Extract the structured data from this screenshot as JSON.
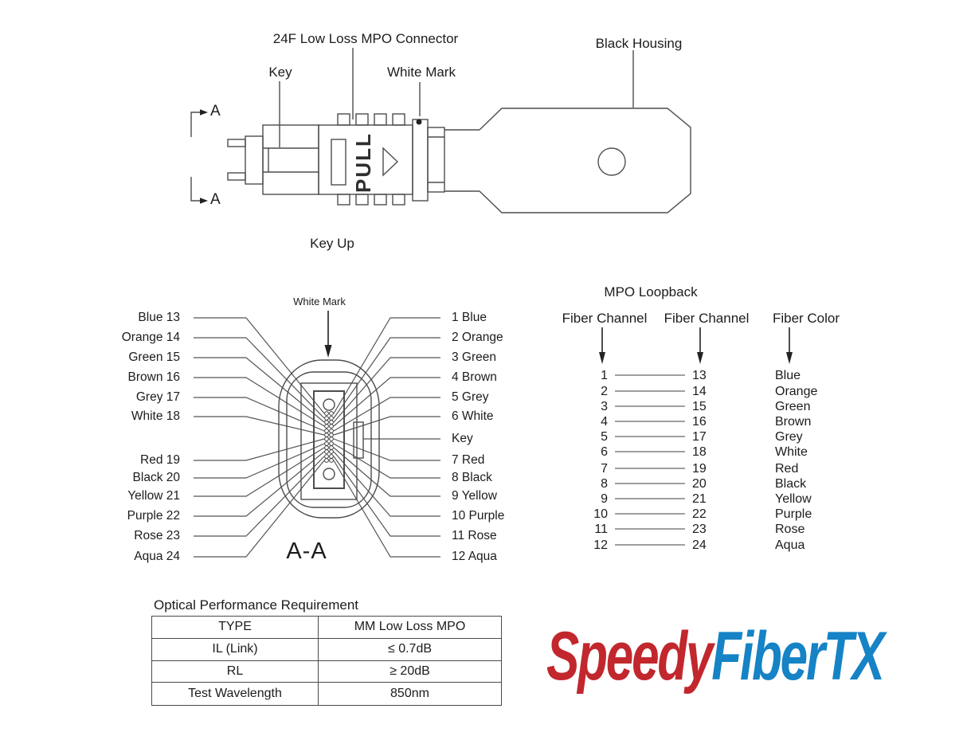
{
  "top_drawing": {
    "connector_label": "24F Low Loss MPO Connector",
    "key_label": "Key",
    "white_mark_label": "White Mark",
    "black_housing_label": "Black Housing",
    "section_marker": "A",
    "pull_text": "PULL",
    "caption": "Key Up"
  },
  "cross_section": {
    "white_mark_label": "White Mark",
    "caption": "A-A",
    "left_labels": [
      "Blue 13",
      "Orange 14",
      "Green 15",
      "Brown 16",
      "Grey 17",
      "White 18",
      "Red 19",
      "Black 20",
      "Yellow 21",
      "Purple 22",
      "Rose 23",
      "Aqua 24"
    ],
    "right_labels": [
      "1 Blue",
      "2 Orange",
      "3 Green",
      "4 Brown",
      "5 Grey",
      "6 White",
      "Key",
      "7 Red",
      "8 Black",
      "9 Yellow",
      "10 Purple",
      "11 Rose",
      "12 Aqua"
    ]
  },
  "loopback": {
    "title": "MPO Loopback",
    "col1_header": "Fiber Channel",
    "col2_header": "Fiber Channel",
    "col3_header": "Fiber Color",
    "rows": [
      {
        "c1": "1",
        "c2": "13",
        "color": "Blue"
      },
      {
        "c1": "2",
        "c2": "14",
        "color": "Orange"
      },
      {
        "c1": "3",
        "c2": "15",
        "color": "Green"
      },
      {
        "c1": "4",
        "c2": "16",
        "color": "Brown"
      },
      {
        "c1": "5",
        "c2": "17",
        "color": "Grey"
      },
      {
        "c1": "6",
        "c2": "18",
        "color": "White"
      },
      {
        "c1": "7",
        "c2": "19",
        "color": "Red"
      },
      {
        "c1": "8",
        "c2": "20",
        "color": "Black"
      },
      {
        "c1": "9",
        "c2": "21",
        "color": "Yellow"
      },
      {
        "c1": "10",
        "c2": "22",
        "color": "Purple"
      },
      {
        "c1": "11",
        "c2": "23",
        "color": "Rose"
      },
      {
        "c1": "12",
        "c2": "24",
        "color": "Aqua"
      }
    ]
  },
  "optical_table": {
    "title": "Optical Performance Requirement",
    "rows": [
      [
        "TYPE",
        "MM Low Loss MPO"
      ],
      [
        "IL (Link)",
        "≤ 0.7dB"
      ],
      [
        "RL",
        "≥ 20dB"
      ],
      [
        "Test Wavelength",
        "850nm"
      ]
    ]
  },
  "logo": {
    "part1": "Speedy",
    "part2": "FiberTX",
    "red": "#c1272d",
    "blue": "#1583c5"
  }
}
